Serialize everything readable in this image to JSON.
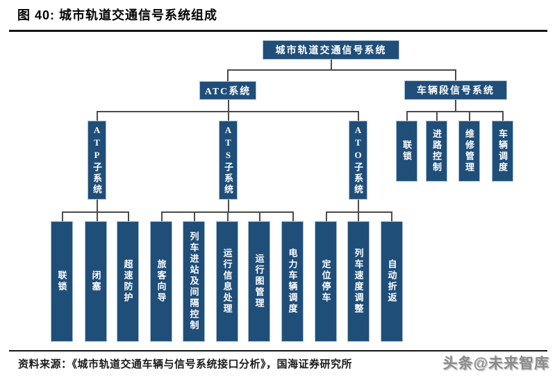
{
  "figure": {
    "title": "图 40:  城市轨道交通信号系统组成",
    "source": "资料来源：《城市轨道交通车辆与信号系统接口分析》，国海证券研究所",
    "watermark": "头条@未来智库"
  },
  "colors": {
    "node_fill": "#1F4E79",
    "node_border": "#A9BDD1",
    "node_text": "#FFFFFF",
    "connector": "#4A4A4A",
    "rule": "#141414",
    "watermark": "#8B8B8B"
  },
  "tree": {
    "root": "城市轨道交通信号系统",
    "branches": [
      {
        "label": "ATC系统",
        "children": [
          {
            "label": "ATP子系统",
            "children": [
              "联锁",
              "闭塞",
              "超速防护"
            ]
          },
          {
            "label": "ATS子系统",
            "children": [
              "旅客向导",
              "列车进站及间隔控制",
              "运行信息处理",
              "运行图管理",
              "电力车辆调度"
            ]
          },
          {
            "label": "ATO子系统",
            "children": [
              "定位停车",
              "列车速度调整",
              "自动折返"
            ]
          }
        ]
      },
      {
        "label": "车辆段信号系统",
        "children": [
          "联锁",
          "进路控制",
          "维修管理",
          "车辆调度"
        ]
      }
    ]
  }
}
